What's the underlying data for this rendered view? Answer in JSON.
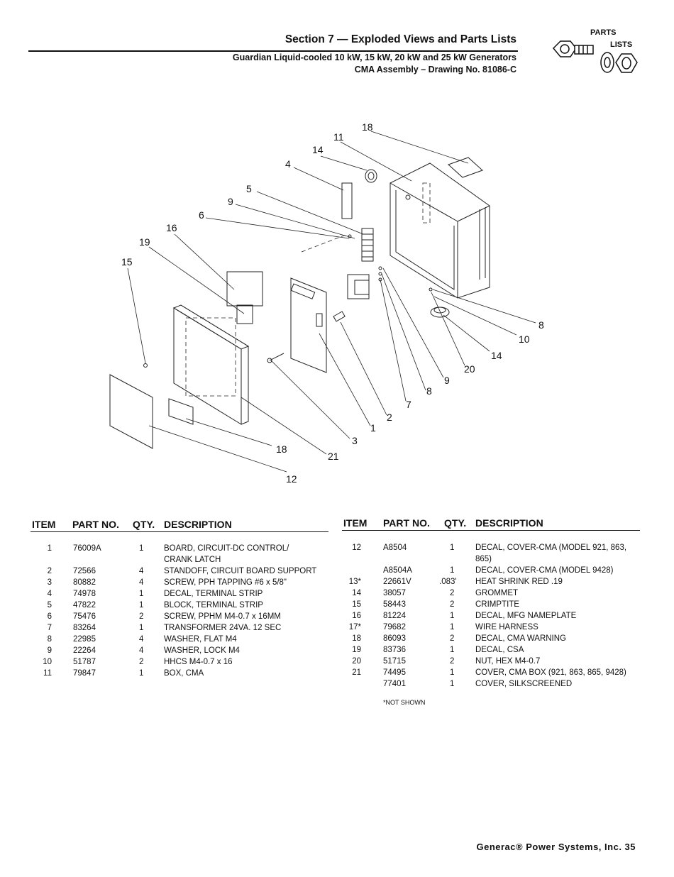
{
  "header": {
    "title": "Section 7 — Exploded Views and Parts Lists",
    "subtitle1": "Guardian Liquid-cooled 10 kW, 15 kW, 20 kW and 25 kW Generators",
    "subtitle2": "CMA Assembly – Drawing No. 81086-C"
  },
  "badge": {
    "line1": "PARTS",
    "line2": "LISTS"
  },
  "diagram": {
    "callouts": [
      "18",
      "11",
      "14",
      "4",
      "5",
      "9",
      "6",
      "16",
      "19",
      "15",
      "8",
      "10",
      "14",
      "20",
      "9",
      "8",
      "7",
      "2",
      "1",
      "3",
      "18",
      "21",
      "12"
    ]
  },
  "table": {
    "headers": {
      "item": "ITEM",
      "part_no": "PART NO.",
      "qty": "QTY.",
      "description": "DESCRIPTION"
    },
    "left": [
      {
        "item": "1",
        "part": "76009A",
        "qty": "1",
        "desc": "BOARD, CIRCUIT-DC CONTROL/ CRANK LATCH"
      },
      {
        "item": "2",
        "part": "72566",
        "qty": "4",
        "desc": "STANDOFF, CIRCUIT BOARD SUPPORT"
      },
      {
        "item": "3",
        "part": "80882",
        "qty": "4",
        "desc": "SCREW, PPH TAPPING #6 x 5/8\""
      },
      {
        "item": "4",
        "part": "74978",
        "qty": "1",
        "desc": "DECAL, TERMINAL STRIP"
      },
      {
        "item": "5",
        "part": "47822",
        "qty": "1",
        "desc": "BLOCK, TERMINAL STRIP"
      },
      {
        "item": "6",
        "part": "75476",
        "qty": "2",
        "desc": "SCREW, PPHM M4-0.7 x 16MM"
      },
      {
        "item": "7",
        "part": "83264",
        "qty": "1",
        "desc": "TRANSFORMER 24VA. 12 SEC"
      },
      {
        "item": "8",
        "part": "22985",
        "qty": "4",
        "desc": "WASHER, FLAT M4"
      },
      {
        "item": "9",
        "part": "22264",
        "qty": "4",
        "desc": "WASHER, LOCK M4"
      },
      {
        "item": "10",
        "part": "51787",
        "qty": "2",
        "desc": "HHCS M4-0.7 x 16"
      },
      {
        "item": "11",
        "part": "79847",
        "qty": "1",
        "desc": "BOX, CMA"
      }
    ],
    "right": [
      {
        "item": "12",
        "part": "A8504",
        "qty": "1",
        "desc": "DECAL, COVER-CMA (MODEL 921, 863, 865)"
      },
      {
        "item": "",
        "part": "A8504A",
        "qty": "1",
        "desc": "DECAL, COVER-CMA (MODEL 9428)"
      },
      {
        "item": "13*",
        "part": "22661V",
        "qty": ".083'",
        "desc": "HEAT SHRINK RED .19"
      },
      {
        "item": "14",
        "part": "38057",
        "qty": "2",
        "desc": "GROMMET"
      },
      {
        "item": "15",
        "part": "58443",
        "qty": "2",
        "desc": "CRIMPTITE"
      },
      {
        "item": "16",
        "part": "81224",
        "qty": "1",
        "desc": "DECAL, MFG NAMEPLATE"
      },
      {
        "item": "17*",
        "part": "79682",
        "qty": "1",
        "desc": "WIRE HARNESS"
      },
      {
        "item": "18",
        "part": "86093",
        "qty": "2",
        "desc": "DECAL, CMA WARNING"
      },
      {
        "item": "19",
        "part": "83736",
        "qty": "1",
        "desc": "DECAL, CSA"
      },
      {
        "item": "20",
        "part": "51715",
        "qty": "2",
        "desc": "NUT, HEX M4-0.7"
      },
      {
        "item": "21",
        "part": "74495",
        "qty": "1",
        "desc": "COVER, CMA BOX (921, 863, 865, 9428)"
      },
      {
        "item": "",
        "part": "77401",
        "qty": "1",
        "desc": "COVER, SILKSCREENED"
      }
    ],
    "footnote": "*NOT SHOWN"
  },
  "footer": {
    "text": "Generac® Power Systems, Inc.  35"
  }
}
